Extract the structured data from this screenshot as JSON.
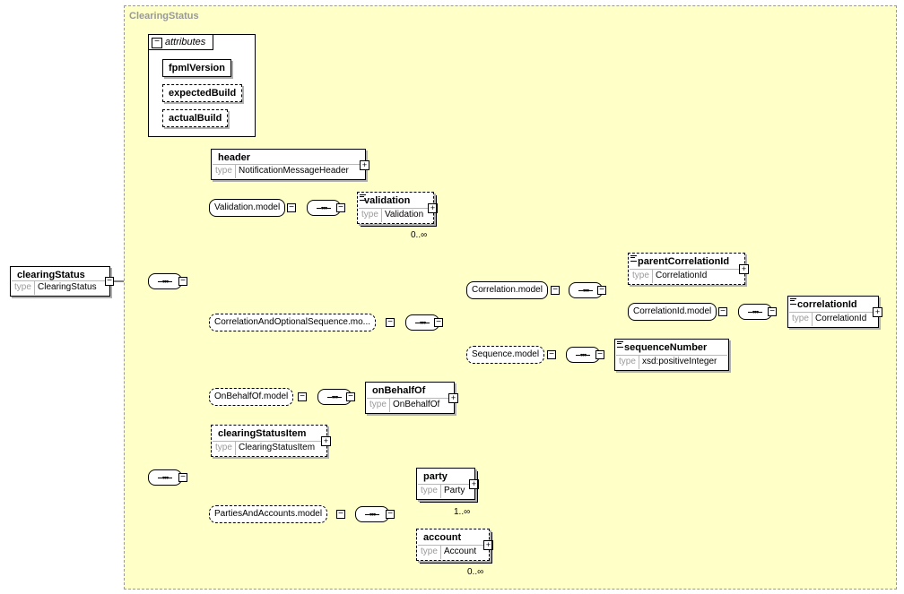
{
  "diagram": {
    "frame_title": "ClearingStatus",
    "root": {
      "name": "clearingStatus",
      "type_key": "type",
      "type_value": "ClearingStatus"
    },
    "attributes": {
      "label": "attributes",
      "items": [
        "fpmlVersion",
        "expectedBuild",
        "actualBuild"
      ]
    },
    "elements": {
      "header": {
        "name": "header",
        "type_key": "type",
        "type_value": "NotificationMessageHeader"
      },
      "validation": {
        "name": "validation",
        "type_key": "type",
        "type_value": "Validation",
        "card": "0..∞"
      },
      "parentCorrelationId": {
        "name": "parentCorrelationId",
        "type_key": "type",
        "type_value": "CorrelationId"
      },
      "correlationId": {
        "name": "correlationId",
        "type_key": "type",
        "type_value": "CorrelationId"
      },
      "sequenceNumber": {
        "name": "sequenceNumber",
        "type_key": "type",
        "type_value": "xsd:positiveInteger"
      },
      "onBehalfOf": {
        "name": "onBehalfOf",
        "type_key": "type",
        "type_value": "OnBehalfOf"
      },
      "clearingStatusItem": {
        "name": "clearingStatusItem",
        "type_key": "type",
        "type_value": "ClearingStatusItem"
      },
      "party": {
        "name": "party",
        "type_key": "type",
        "type_value": "Party",
        "card": "1..∞"
      },
      "account": {
        "name": "account",
        "type_key": "type",
        "type_value": "Account",
        "card": "0..∞"
      }
    },
    "groups": {
      "validation_model": "Validation.model",
      "correlation_optional_sequence": "CorrelationAndOptionalSequence.mo...",
      "correlation_model": "Correlation.model",
      "correlationid_model": "CorrelationId.model",
      "sequence_model": "Sequence.model",
      "onbehalfof_model": "OnBehalfOf.model",
      "parties_accounts_model": "PartiesAndAccounts.model"
    },
    "icons": {
      "expand": "plus-icon",
      "collapse": "minus-icon",
      "sequence": "sequence-icon",
      "documentation": "documentation-icon"
    }
  }
}
